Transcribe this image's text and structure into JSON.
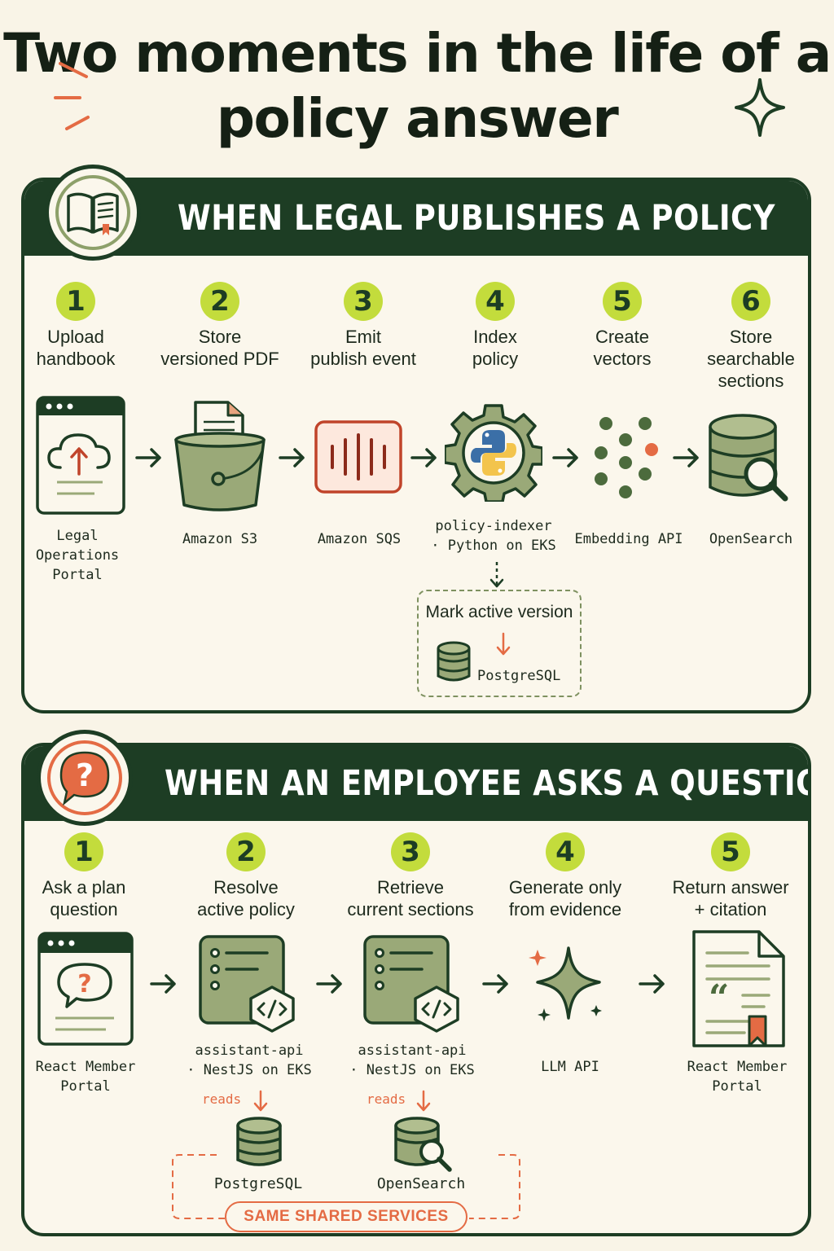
{
  "title": "Two moments in the life of a policy answer",
  "colors": {
    "dark_green": "#1d3d24",
    "sage": "#9aa978",
    "lime": "#c3dc3c",
    "accent": "#e46b44",
    "background": "#f9f4e7"
  },
  "publish": {
    "header": "WHEN LEGAL PUBLISHES A POLICY",
    "badge_icon": "open-book-icon",
    "steps": [
      {
        "num": "1",
        "label": "Upload\nhandbook",
        "caption": "Legal\nOperations\nPortal",
        "icon": "browser-upload-icon"
      },
      {
        "num": "2",
        "label": "Store\nversioned PDF",
        "caption": "Amazon S3",
        "icon": "bucket-icon"
      },
      {
        "num": "3",
        "label": "Emit\npublish event",
        "caption": "Amazon SQS",
        "icon": "queue-icon"
      },
      {
        "num": "4",
        "label": "Index\npolicy",
        "caption": "policy-indexer\n· Python on EKS",
        "icon": "python-gear-icon"
      },
      {
        "num": "5",
        "label": "Create\nvectors",
        "caption": "Embedding API",
        "icon": "vector-dots-icon"
      },
      {
        "num": "6",
        "label": "Store\nsearchable\nsections",
        "caption": "OpenSearch",
        "icon": "database-search-icon"
      }
    ],
    "side_note": {
      "title": "Mark active version",
      "store": "PostgreSQL"
    }
  },
  "ask": {
    "header": "WHEN AN EMPLOYEE ASKS A QUESTION",
    "badge_icon": "question-bubble-icon",
    "steps": [
      {
        "num": "1",
        "label": "Ask a plan\nquestion",
        "caption": "React Member\nPortal",
        "icon": "browser-question-icon"
      },
      {
        "num": "2",
        "label": "Resolve\nactive policy",
        "caption": "assistant-api\n· NestJS on EKS",
        "icon": "server-code-icon"
      },
      {
        "num": "3",
        "label": "Retrieve\ncurrent sections",
        "caption": "assistant-api\n· NestJS on EKS",
        "icon": "server-code-icon"
      },
      {
        "num": "4",
        "label": "Generate only\nfrom evidence",
        "caption": "LLM API",
        "icon": "sparkle-icon"
      },
      {
        "num": "5",
        "label": "Return answer\n+ citation",
        "caption": "React Member\nPortal",
        "icon": "document-citation-icon"
      }
    ],
    "reads_label": "reads",
    "shared_stores": [
      "PostgreSQL",
      "OpenSearch"
    ],
    "shared_label": "SAME SHARED SERVICES"
  }
}
